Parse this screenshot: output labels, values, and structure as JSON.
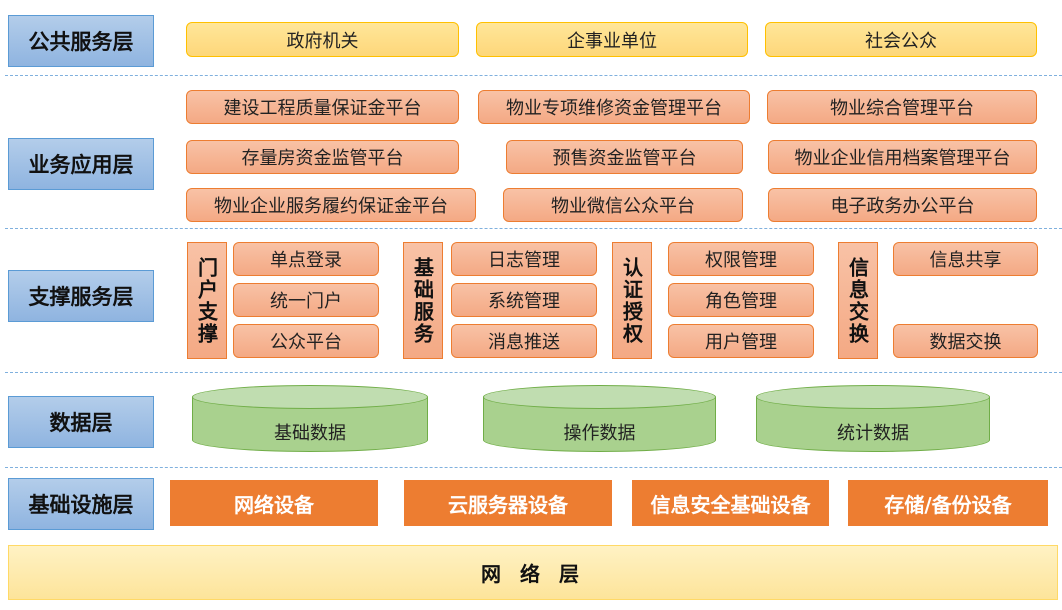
{
  "layers": {
    "public": "公共服务层",
    "business": "业务应用层",
    "support": "支撑服务层",
    "data": "数据层",
    "infra": "基础设施层",
    "network": "网 络 层"
  },
  "public": [
    "政府机关",
    "企事业单位",
    "社会公众"
  ],
  "business": [
    "建设工程质量保证金平台",
    "物业专项维修资金管理平台",
    "物业综合管理平台",
    "存量房资金监管平台",
    "预售资金监管平台",
    "物业企业信用档案管理平台",
    "物业企业服务履约保证金平台",
    "物业微信公众平台",
    "电子政务办公平台"
  ],
  "support": [
    {
      "group": "门户支撑",
      "items": [
        "单点登录",
        "统一门户",
        "公众平台"
      ]
    },
    {
      "group": "基础服务",
      "items": [
        "日志管理",
        "系统管理",
        "消息推送"
      ]
    },
    {
      "group": "认证授权",
      "items": [
        "权限管理",
        "角色管理",
        "用户管理"
      ]
    },
    {
      "group": "信息交换",
      "items": [
        "信息共享",
        "数据交换"
      ]
    }
  ],
  "data": [
    "基础数据",
    "操作数据",
    "统计数据"
  ],
  "infra": [
    "网络设备",
    "云服务器设备",
    "信息安全基础设备",
    "存储/备份设备"
  ]
}
